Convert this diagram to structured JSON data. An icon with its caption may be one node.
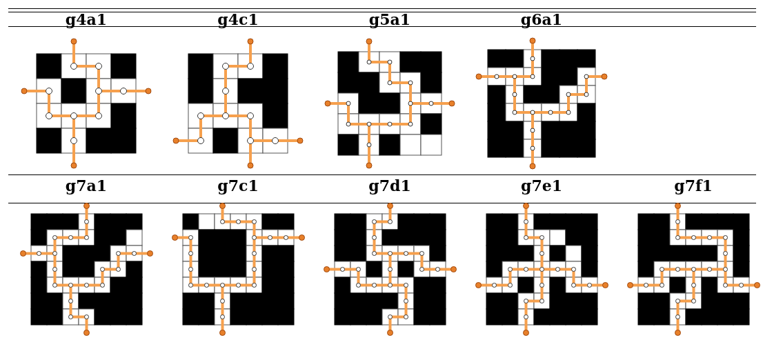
{
  "diagram": {
    "labels": [
      "g4a1",
      "g4c1",
      "g5a1",
      "g6a1",
      "g7a1",
      "g7c1",
      "g7d1",
      "g7e1",
      "g7f1"
    ]
  }
}
